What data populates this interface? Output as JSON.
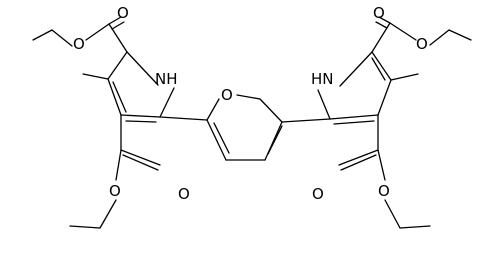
{
  "molecule": {
    "atom_labels": {
      "pyrrole_left_nh": "NH",
      "pyrrole_right_nh": "HN",
      "furan_o": "O",
      "o_top_left_carbonyl": "O",
      "o_top_left_ester": "O",
      "o_bottom_left_ester": "O",
      "o_bottom_left_carbonyl": "O",
      "o_top_right_carbonyl": "O",
      "o_top_right_ester": "O",
      "o_bottom_right_carbonyl": "O",
      "o_bottom_right_ester": "O"
    }
  }
}
